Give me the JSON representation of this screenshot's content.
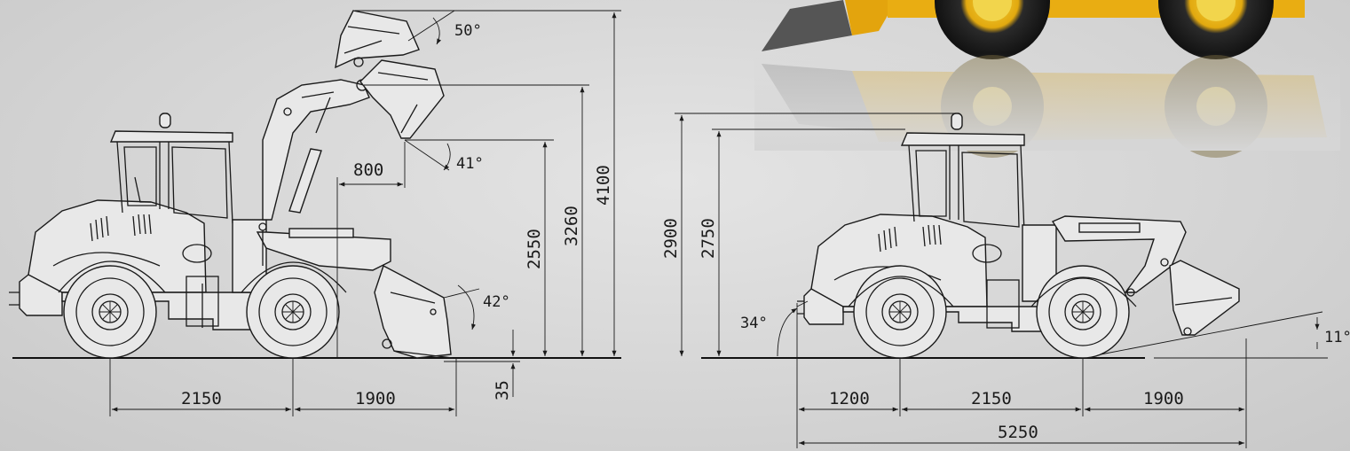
{
  "side_view": {
    "dims": {
      "lift_height_total": "4100",
      "hinge_pin_height": "3260",
      "dump_clearance": "2550",
      "reach": "800",
      "digging_depth": "35",
      "wheelbase": "2150",
      "front_overhang": "1900"
    },
    "angles": {
      "rollback_top": "50°",
      "dump": "41°",
      "rollback_ground": "42°"
    }
  },
  "front_view": {
    "dims": {
      "overall_height": "2900",
      "cab_height": "2750",
      "rear_overhang": "1200",
      "wheelbase": "2150",
      "front_overhang": "1900",
      "overall_length": "5250"
    },
    "angles": {
      "departure": "34°",
      "approach": "11°"
    }
  },
  "colors": {
    "line": "#1a1a1a",
    "background": "#d6d6d6",
    "machine_yellow": "#f2b416"
  }
}
